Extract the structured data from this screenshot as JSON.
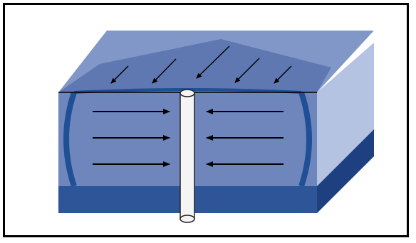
{
  "diagram": {
    "colors": {
      "frame_border": "#000000",
      "background": "#ffffff",
      "block_top_face": "#8097c7",
      "block_top_face_dark": "#5f78b2",
      "block_side_face": "#b5c3e2",
      "water_body": "#6f86bd",
      "water_lens_edge": "#1f4f95",
      "base_layer_front": "#2e5597",
      "base_layer_side": "#1e3f80",
      "well_pipe": "#f4f4f4",
      "well_outline": "#222222",
      "arrow": "#000000"
    },
    "arrows": {
      "recharge_count": 5,
      "inflow_left_count": 3,
      "inflow_right_count": 3
    }
  }
}
